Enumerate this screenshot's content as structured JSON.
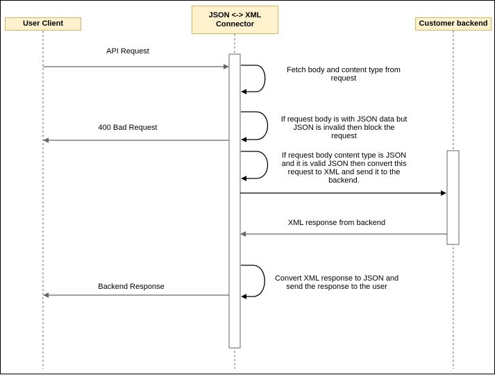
{
  "diagram": {
    "actors": {
      "user_client": "User Client",
      "connector": "JSON <-> XML\nConnector",
      "customer_backend": "Customer backend"
    },
    "messages": {
      "api_request": "API Request",
      "fetch_body": "Fetch body and content type from\nrequest",
      "bad_request": "400 Bad Request",
      "invalid_json": "If request body is with JSON data but\nJSON is invalid then block the\nrequest",
      "convert_to_xml": "If request body content type is JSON\nand it is valid JSON then convert this\nrequest to XML and send it to the\nbackend.",
      "xml_response": "XML response from backend",
      "convert_to_json": "Convert XML response to JSON and\nsend the response to the user",
      "backend_response": "Backend Response"
    },
    "colors": {
      "actor_fill": "#fff2cc",
      "actor_border": "#d6b656",
      "line": "#666666"
    }
  }
}
